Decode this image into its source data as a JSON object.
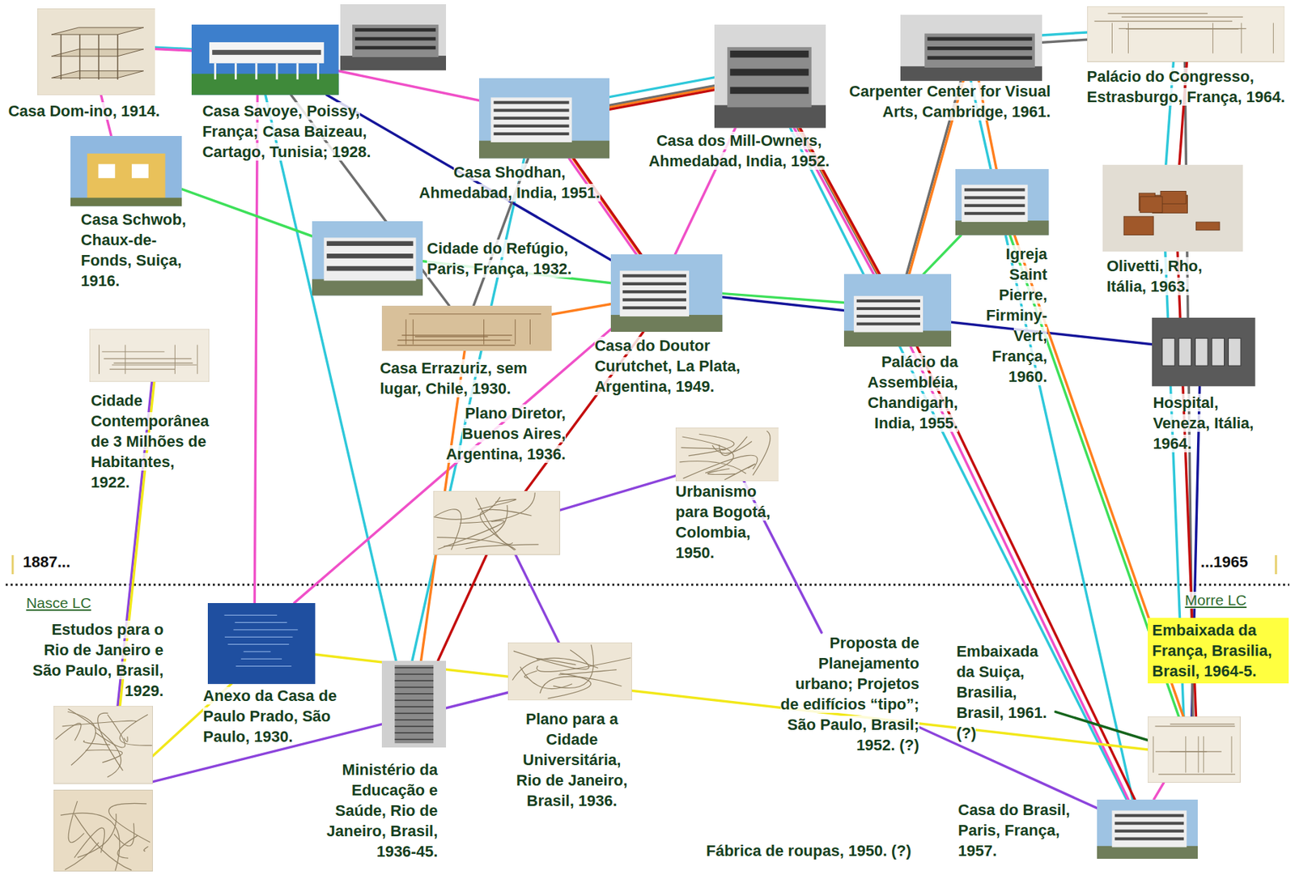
{
  "diagram": {
    "nodes": [
      {
        "text": [
          "Casa Dom-ino, 1914."
        ]
      },
      {
        "text": [
          "Casa Savoye, Poissy, França; Casa Baizeau, Cartago, Tunisia; 1928."
        ]
      },
      {
        "text": [
          "Casa Schwob, Chaux-de-Fonds, Suiça, 1916."
        ]
      },
      {
        "text": [
          "Cidade do Refúgio, Paris, França, 1932."
        ]
      },
      {
        "text": [
          "Cidade Contemporânea de 3 Milhões de Habitantes, 1922."
        ]
      },
      {
        "text": [
          "Casa Errazuriz, sem lugar, Chile, 1930."
        ]
      },
      {
        "text": [
          "Plano Diretor, Buenos Aires, Argentina, 1936."
        ]
      },
      {
        "text": [
          "Casa Shodhan, Ahmedabad, India, 1951."
        ]
      },
      {
        "text": [
          "Casa dos Mill-Owners, Ahmedabad, India, 1952."
        ]
      },
      {
        "text": [
          "Casa do Doutor Curutchet, La Plata, Argentina, 1949."
        ]
      },
      {
        "text": [
          "Urbanismo para Bogotá, Colombia, 1950."
        ]
      },
      {
        "text": [
          "Carpenter Center for Visual Arts, Cambridge, 1961."
        ]
      },
      {
        "text": [
          "Igreja Saint Pierre, Firminy-Vert, França, 1960."
        ]
      },
      {
        "text": [
          "Palácio da Assembléia, Chandigarh, India, 1955."
        ]
      },
      {
        "text": [
          "Palácio do Congresso, Estrasburgo, França, 1964."
        ]
      },
      {
        "text": [
          "Olivetti, Rho, Itália, 1963."
        ]
      },
      {
        "text": [
          "Hospital, Veneza, Itália, 1964."
        ]
      },
      {
        "text": [
          "Estudos para o Rio de Janeiro e São Paulo, Brasil, 1929."
        ]
      },
      {
        "text": [
          "Anexo da Casa de Paulo Prado, São Paulo, 1930."
        ]
      },
      {
        "text": [
          "Ministério da Educação e Saúde, Rio de Janeiro, Brasil, 1936-45."
        ]
      },
      {
        "text": [
          "Plano para a Cidade Universitária, Rio de Janeiro, Brasil, 1936."
        ]
      },
      {
        "text": [
          "Proposta de Planejamento urbano; Projetos de edifícios “tipo”; São Paulo, Brasil; 1952. (?)"
        ]
      },
      {
        "text": [
          "Fábrica de roupas, 1950. (?)"
        ]
      },
      {
        "text": [
          "Embaixada da Suiça, Brasilia, Brasil, 1961. (?)"
        ]
      },
      {
        "text": [
          "Casa do Brasil, Paris, França, 1957."
        ]
      },
      {
        "text": [
          "Embaixada da França, Brasilia, Brasil, 1964-5."
        ]
      }
    ],
    "edges": [
      {
        "from": 0,
        "to": 1,
        "arrow": "none"
      },
      {
        "from": 1,
        "to": 19,
        "arrow": "none"
      },
      {
        "from": 19,
        "to": 7,
        "arrow": "none"
      },
      {
        "from": 7,
        "to": 8,
        "arrow": "none"
      },
      {
        "from": 8,
        "to": 24,
        "arrow": "none"
      },
      {
        "from": 11,
        "to": 14,
        "arrow": "none"
      },
      {
        "from": 14,
        "to": 15,
        "arrow": "none"
      },
      {
        "from": 15,
        "to": 25,
        "arrow": "none"
      },
      {
        "from": 11,
        "to": 24,
        "arrow": "none"
      },
      {
        "from": 2,
        "to": 0,
        "arrow": "none"
      },
      {
        "from": 0,
        "to": 1,
        "arrow": "none"
      },
      {
        "from": 1,
        "to": 18,
        "arrow": "none"
      },
      {
        "from": 18,
        "to": 9,
        "arrow": "none"
      },
      {
        "from": 9,
        "to": 8,
        "arrow": "none"
      },
      {
        "from": 8,
        "to": 13,
        "arrow": "none"
      },
      {
        "from": 13,
        "to": 24,
        "arrow": "none"
      },
      {
        "from": 1,
        "to": 7,
        "arrow": "none"
      },
      {
        "from": 7,
        "to": 9,
        "arrow": "none"
      },
      {
        "from": 24,
        "to": 25,
        "arrow": "none"
      },
      {
        "from": 2,
        "to": 3,
        "arrow": "none"
      },
      {
        "from": 3,
        "to": 9,
        "arrow": "none"
      },
      {
        "from": 9,
        "to": 13,
        "arrow": "none"
      },
      {
        "from": 13,
        "to": 12,
        "arrow": "none"
      },
      {
        "from": 12,
        "to": 25,
        "arrow": "none"
      },
      {
        "from": 1,
        "to": 9,
        "arrow": "none"
      },
      {
        "from": 9,
        "to": 16,
        "arrow": "none"
      },
      {
        "from": 16,
        "to": 25,
        "arrow": "none"
      },
      {
        "from": 1,
        "to": 5,
        "arrow": "none"
      },
      {
        "from": 5,
        "to": 7,
        "arrow": "none"
      },
      {
        "from": 7,
        "to": 8,
        "arrow": "none"
      },
      {
        "from": 8,
        "to": 13,
        "arrow": "none"
      },
      {
        "from": 13,
        "to": 11,
        "arrow": "none"
      },
      {
        "from": 11,
        "to": 14,
        "arrow": "none"
      },
      {
        "from": 14,
        "to": 25,
        "arrow": "none"
      },
      {
        "from": 19,
        "to": 5,
        "arrow": "none"
      },
      {
        "from": 5,
        "to": 9,
        "arrow": "none"
      },
      {
        "from": 9,
        "to": 7,
        "arrow": "none"
      },
      {
        "from": 7,
        "to": 8,
        "arrow": "none"
      },
      {
        "from": 8,
        "to": 13,
        "arrow": "none"
      },
      {
        "from": 13,
        "to": 11,
        "arrow": "none"
      },
      {
        "from": 11,
        "to": 12,
        "arrow": "none"
      },
      {
        "from": 12,
        "to": 25,
        "arrow": "none"
      },
      {
        "from": 19,
        "to": 6,
        "arrow": "none"
      },
      {
        "from": 6,
        "to": 9,
        "arrow": "none"
      },
      {
        "from": 9,
        "to": 7,
        "arrow": "none"
      },
      {
        "from": 7,
        "to": 8,
        "arrow": "none"
      },
      {
        "from": 8,
        "to": 13,
        "arrow": "none"
      },
      {
        "from": 13,
        "to": 24,
        "arrow": "none"
      },
      {
        "from": 14,
        "to": 15,
        "arrow": "none"
      },
      {
        "from": 15,
        "to": 25,
        "arrow": "none"
      },
      {
        "from": 4,
        "to": 17,
        "arrow": "none"
      },
      {
        "from": 17,
        "to": 20,
        "arrow": "none"
      },
      {
        "from": 20,
        "to": 6,
        "arrow": "none"
      },
      {
        "from": 6,
        "to": 10,
        "arrow": "none"
      },
      {
        "from": 10,
        "to": 21,
        "arrow": "none"
      },
      {
        "from": 21,
        "to": 24,
        "arrow": "none"
      },
      {
        "from": 4,
        "to": 17,
        "arrow": "none"
      },
      {
        "from": 17,
        "to": 18,
        "arrow": "none"
      },
      {
        "from": 18,
        "to": 25,
        "arrow": "none"
      },
      {
        "from": 23,
        "to": 25,
        "arrow": "none"
      }
    ],
    "labels": [
      "1887...",
      "...1965",
      "Nasce LC",
      "Morre LC"
    ]
  }
}
